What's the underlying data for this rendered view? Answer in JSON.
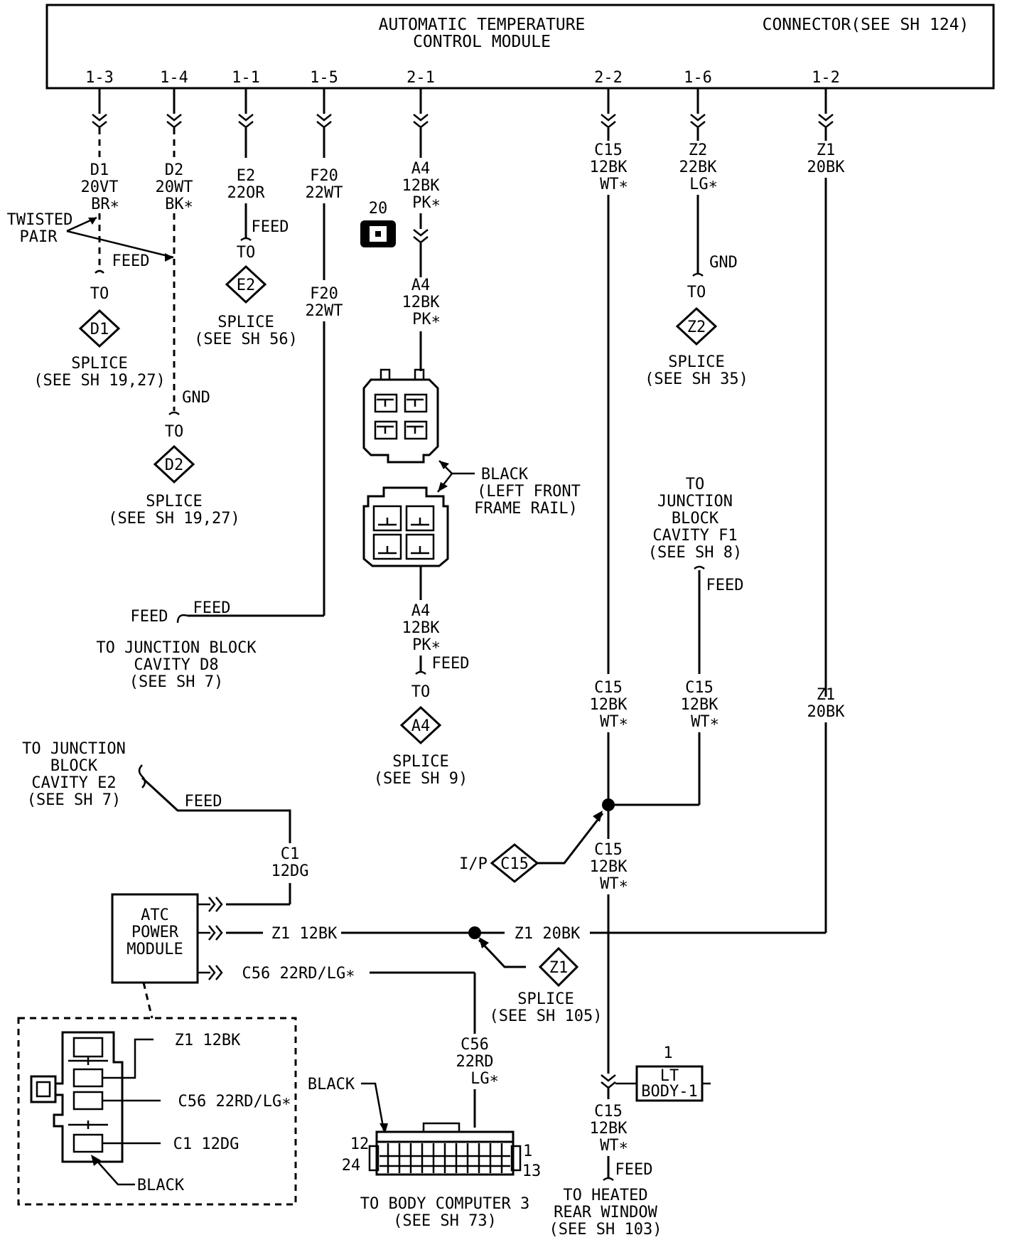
{
  "module": {
    "title_line1": "AUTOMATIC TEMPERATURE",
    "title_line2": "CONTROL MODULE",
    "connector_ref": "CONNECTOR(SEE SH 124)",
    "pins": [
      "1-3",
      "1-4",
      "1-1",
      "1-5",
      "2-1",
      "2-2",
      "1-6",
      "1-2"
    ]
  },
  "wires": {
    "d1": [
      "D1",
      "20VT",
      "BR∗"
    ],
    "d2": [
      "D2",
      "20WT",
      "BK∗"
    ],
    "e2": [
      "E2",
      "22OR"
    ],
    "f20": [
      "F20",
      "22WT"
    ],
    "a4": [
      "A4",
      "12BK",
      "PK∗"
    ],
    "c15": [
      "C15",
      "12BK",
      "WT∗"
    ],
    "z2": [
      "Z2",
      "22BK",
      "LG∗"
    ],
    "z1": [
      "Z1",
      "20BK"
    ],
    "c1": [
      "C1",
      "12DG"
    ],
    "c56": [
      "C56",
      "22RD",
      "LG∗"
    ],
    "z1_12bk": "Z1 12BK",
    "z1_20bk": "Z1 20BK",
    "c56_full": "C56 22RD/LG∗",
    "c1_full": "C1 12DG"
  },
  "labels": {
    "twisted": "TWISTED",
    "pair": "PAIR",
    "feed": "FEED",
    "gnd": "GND",
    "to": "TO",
    "splice": "SPLICE",
    "see_sh_19_27": "(SEE SH 19,27)",
    "see_sh_56": "(SEE SH 56)",
    "see_sh_35": "(SEE SH 35)",
    "see_sh_9": "(SEE SH 9)",
    "see_sh_105": "(SEE SH 105)",
    "jb_d8_1": "TO JUNCTION BLOCK",
    "jb_d8_2": "CAVITY D8",
    "jb_d8_3": "(SEE SH 7)",
    "jb_f1_1": "TO",
    "jb_f1_2": "JUNCTION",
    "jb_f1_3": "BLOCK",
    "jb_f1_4": "CAVITY F1",
    "jb_f1_5": "(SEE SH 8)",
    "jb_e2_1": "TO JUNCTION",
    "jb_e2_2": "BLOCK",
    "jb_e2_3": "CAVITY E2",
    "jb_e2_4": "(SEE SH 7)",
    "connector_20": "20",
    "black": "BLACK",
    "left_front_1": "(LEFT FRONT",
    "left_front_2": "FRAME RAIL)",
    "ip": "I/P",
    "atc_1": "ATC",
    "atc_2": "POWER",
    "atc_3": "MODULE",
    "body_comp_1": "TO BODY COMPUTER 3",
    "body_comp_2": "(SEE SH 73)",
    "heated_1": "TO HEATED",
    "heated_2": "REAR WINDOW",
    "heated_3": "(SEE SH 103)",
    "lt_body_num": "1",
    "lt_body_1": "LT",
    "lt_body_2": "BODY-1",
    "pin_12": "12",
    "pin_1": "1",
    "pin_24": "24",
    "pin_13": "13"
  },
  "splices": {
    "d1": "D1",
    "d2": "D2",
    "e2": "E2",
    "z2": "Z2",
    "a4": "A4",
    "c15": "C15",
    "z1": "Z1"
  }
}
